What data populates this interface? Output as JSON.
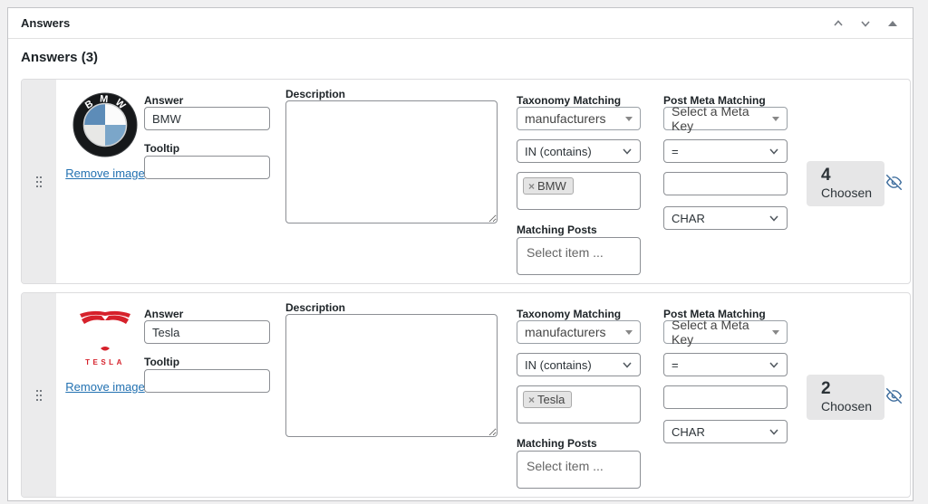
{
  "panel": {
    "title": "Answers",
    "heading": "Answers (3)"
  },
  "labels": {
    "answer": "Answer",
    "tooltip": "Tooltip",
    "description": "Description",
    "taxonomy_matching": "Taxonomy Matching",
    "matching_posts": "Matching Posts",
    "post_meta_matching": "Post Meta Matching",
    "remove_image": "Remove image",
    "choosen": "Choosen"
  },
  "rows": [
    {
      "logo": "bmw-logo",
      "logo_text": "BMW",
      "answer_value": "BMW",
      "tooltip_value": "",
      "description_value": "",
      "taxonomy_select": "manufacturers",
      "operator_select": "IN (contains)",
      "tag": "BMW",
      "tag_remove": "×",
      "matching_posts_placeholder": "Select item ...",
      "meta_key_select": "Select a Meta Key",
      "meta_operator_select": "=",
      "meta_value": "",
      "meta_type_select": "CHAR",
      "choosen_count": "4"
    },
    {
      "logo": "tesla-logo",
      "logo_text": "TESLA",
      "answer_value": "Tesla",
      "tooltip_value": "",
      "description_value": "",
      "taxonomy_select": "manufacturers",
      "operator_select": "IN (contains)",
      "tag": "Tesla",
      "tag_remove": "×",
      "matching_posts_placeholder": "Select item ...",
      "meta_key_select": "Select a Meta Key",
      "meta_operator_select": "=",
      "meta_value": "",
      "meta_type_select": "CHAR",
      "choosen_count": "2"
    }
  ],
  "colors": {
    "accent_blue": "#2271b1",
    "tesla_red": "#d6212b",
    "bmw_blue": "#5d8cb8",
    "page_bg": "#f0f0f1"
  }
}
